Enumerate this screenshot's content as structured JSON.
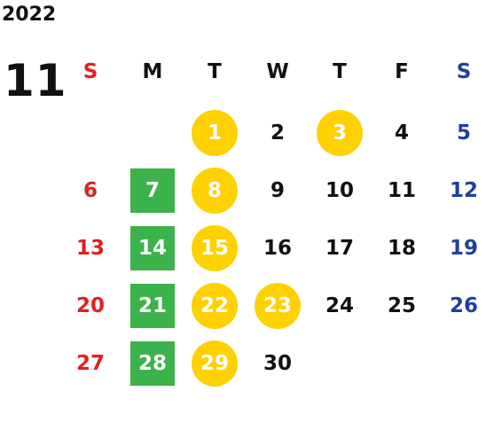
{
  "calendar": {
    "year": "2022",
    "month": "11",
    "weekdays": [
      "S",
      "M",
      "T",
      "W",
      "T",
      "F",
      "S"
    ],
    "colors": {
      "sunday": "#E02020",
      "saturday": "#1F3FA0",
      "weekday": "#111111",
      "yellow_highlight": "#FFD100",
      "green_highlight": "#3CB24A",
      "highlight_text": "#ffffff"
    },
    "weeks": [
      [
        null,
        null,
        {
          "d": "1",
          "h": "yellow"
        },
        {
          "d": "2"
        },
        {
          "d": "3",
          "h": "yellow"
        },
        {
          "d": "4"
        },
        {
          "d": "5"
        }
      ],
      [
        {
          "d": "6"
        },
        {
          "d": "7",
          "h": "green"
        },
        {
          "d": "8",
          "h": "yellow"
        },
        {
          "d": "9"
        },
        {
          "d": "10"
        },
        {
          "d": "11"
        },
        {
          "d": "12"
        }
      ],
      [
        {
          "d": "13"
        },
        {
          "d": "14",
          "h": "green"
        },
        {
          "d": "15",
          "h": "yellow"
        },
        {
          "d": "16"
        },
        {
          "d": "17"
        },
        {
          "d": "18"
        },
        {
          "d": "19"
        }
      ],
      [
        {
          "d": "20"
        },
        {
          "d": "21",
          "h": "green"
        },
        {
          "d": "22",
          "h": "yellow"
        },
        {
          "d": "23",
          "h": "yellow"
        },
        {
          "d": "24"
        },
        {
          "d": "25"
        },
        {
          "d": "26"
        }
      ],
      [
        {
          "d": "27"
        },
        {
          "d": "28",
          "h": "green"
        },
        {
          "d": "29",
          "h": "yellow"
        },
        {
          "d": "30"
        },
        null,
        null,
        null
      ]
    ]
  }
}
